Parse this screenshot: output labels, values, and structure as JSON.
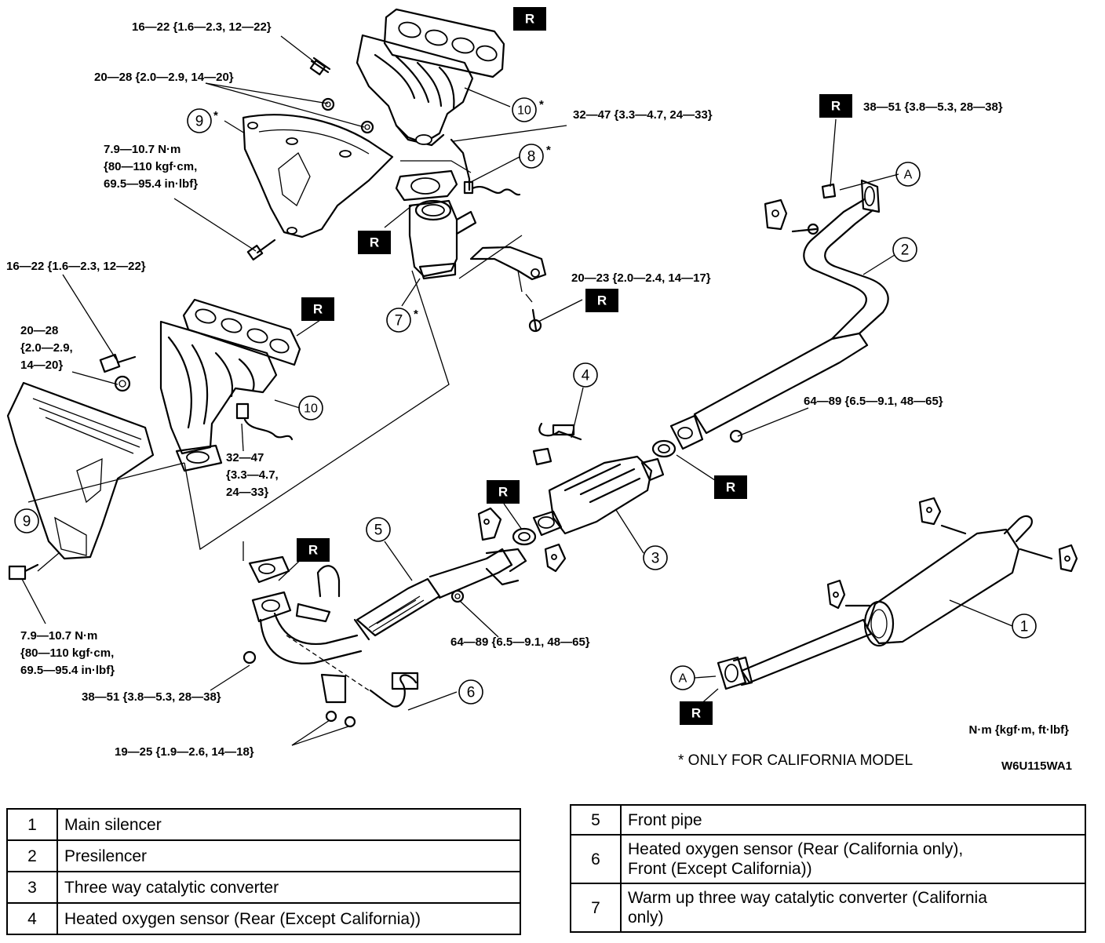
{
  "diagram": {
    "torque_labels": [
      {
        "id": "t1",
        "lines": [
          "16—22 {1.6—2.3, 12—22}"
        ]
      },
      {
        "id": "t2",
        "lines": [
          "20—28 {2.0—2.9, 14—20}"
        ]
      },
      {
        "id": "t3",
        "lines": [
          "7.9—10.7 N·m",
          "{80—110 kgf·cm,",
          "69.5—95.4 in·lbf}"
        ]
      },
      {
        "id": "t4",
        "lines": [
          "32—47 {3.3—4.7, 24—33}"
        ]
      },
      {
        "id": "t5",
        "lines": [
          "38—51 {3.8—5.3, 28—38}"
        ]
      },
      {
        "id": "t6",
        "lines": [
          "16—22 {1.6—2.3, 12—22}"
        ]
      },
      {
        "id": "t7",
        "lines": [
          "20—28",
          "{2.0—2.9,",
          "14—20}"
        ]
      },
      {
        "id": "t8",
        "lines": [
          "20—23 {2.0—2.4, 14—17}"
        ]
      },
      {
        "id": "t9",
        "lines": [
          "64—89 {6.5—9.1, 48—65}"
        ]
      },
      {
        "id": "t10",
        "lines": [
          "32—47",
          "{3.3—4.7,",
          "24—33}"
        ]
      },
      {
        "id": "t11",
        "lines": [
          "64—89 {6.5—9.1, 48—65}"
        ]
      },
      {
        "id": "t12",
        "lines": [
          "7.9—10.7 N·m",
          "{80—110 kgf·cm,",
          "69.5—95.4 in·lbf}"
        ]
      },
      {
        "id": "t13",
        "lines": [
          "38—51 {3.8—5.3, 28—38}"
        ]
      },
      {
        "id": "t14",
        "lines": [
          "19—25 {1.9—2.6, 14—18}"
        ]
      }
    ],
    "callouts": [
      {
        "id": "c9a",
        "text": "9",
        "mark": "*"
      },
      {
        "id": "c10a",
        "text": "10",
        "mark": "*"
      },
      {
        "id": "c8",
        "text": "8",
        "mark": "*"
      },
      {
        "id": "c7",
        "text": "7",
        "mark": "*"
      },
      {
        "id": "c2",
        "text": "2",
        "mark": ""
      },
      {
        "id": "c10b",
        "text": "10",
        "mark": ""
      },
      {
        "id": "c4",
        "text": "4",
        "mark": ""
      },
      {
        "id": "c9b",
        "text": "9",
        "mark": ""
      },
      {
        "id": "c5",
        "text": "5",
        "mark": ""
      },
      {
        "id": "c3",
        "text": "3",
        "mark": ""
      },
      {
        "id": "c1",
        "text": "1",
        "mark": ""
      },
      {
        "id": "c6",
        "text": "6",
        "mark": ""
      },
      {
        "id": "cA1",
        "text": "A",
        "mark": ""
      },
      {
        "id": "cA2",
        "text": "A",
        "mark": ""
      }
    ],
    "replace_marker": "R",
    "units_note": "N·m {kgf·m, ft·lbf}",
    "california_note": "* ONLY FOR CALIFORNIA MODEL",
    "figure_code": "W6U115WA1"
  },
  "parts_table_left": [
    {
      "no": "1",
      "name": "Main silencer"
    },
    {
      "no": "2",
      "name": "Presilencer"
    },
    {
      "no": "3",
      "name": "Three way catalytic converter"
    },
    {
      "no": "4",
      "name": "Heated oxygen sensor (Rear (Except California))"
    }
  ],
  "parts_table_right": [
    {
      "no": "5",
      "name_lines": [
        "Front pipe"
      ]
    },
    {
      "no": "6",
      "name_lines": [
        "Heated oxygen sensor (Rear (California only),",
        "Front (Except California))"
      ]
    },
    {
      "no": "7",
      "name_lines": [
        "Warm up three way catalytic converter (California",
        "only)"
      ]
    }
  ]
}
